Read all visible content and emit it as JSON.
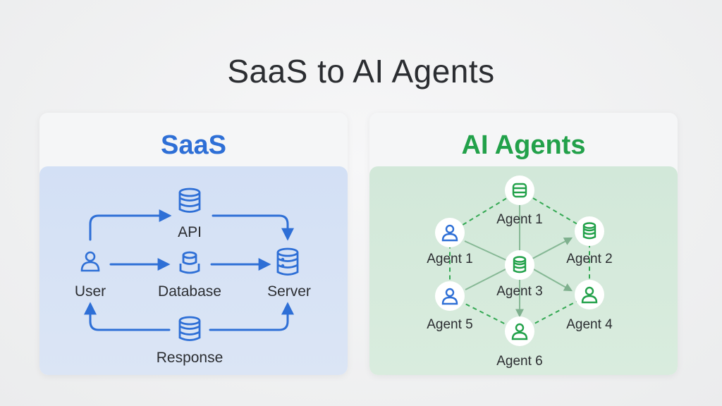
{
  "title": "SaaS to AI Agents",
  "saas": {
    "heading": "SaaS",
    "nodes": {
      "api": "API",
      "user": "User",
      "database": "Database",
      "server": "Server",
      "response": "Response"
    },
    "color": "#2e6fd6"
  },
  "agents": {
    "heading": "AI Agents",
    "nodes": {
      "top": "Agent 1",
      "left": "Agent 1",
      "right": "Agent 2",
      "center": "Agent 3",
      "bottom_right": "Agent 4",
      "bottom_left": "Agent 5",
      "bottom": "Agent 6"
    },
    "color": "#22a14a"
  }
}
